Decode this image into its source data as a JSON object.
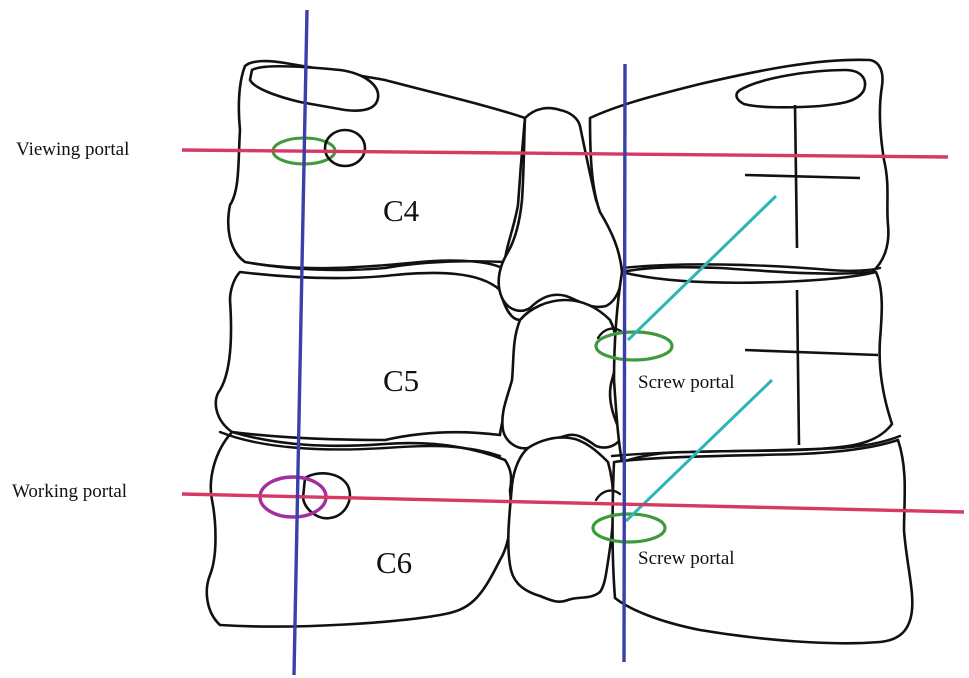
{
  "labels": {
    "viewing_portal": "Viewing portal",
    "working_portal": "Working portal",
    "screw_portal_upper": "Screw portal",
    "screw_portal_lower": "Screw portal"
  },
  "vertebrae": [
    "C4",
    "C5",
    "C6"
  ],
  "colors": {
    "horizontal_line": "#d63a63",
    "vertical_line": "#3b3fa8",
    "portal_green": "#3f9a3c",
    "portal_purple": "#a02fa0",
    "trajectory_cyan": "#2bb5b8",
    "outline": "#111111"
  }
}
